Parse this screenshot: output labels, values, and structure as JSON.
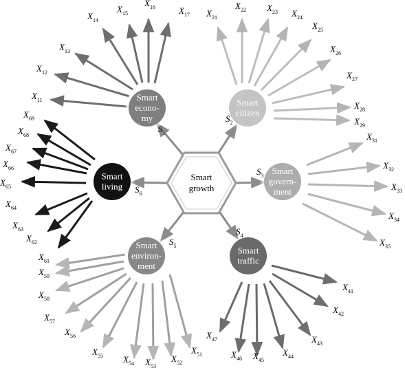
{
  "center": {
    "lines": [
      "Smart",
      "growth"
    ]
  },
  "nodes": [
    {
      "id": "economy",
      "lines": [
        "Smart",
        "econo-",
        "my"
      ],
      "s_label": "S",
      "s_sub": "1",
      "color": "#7f7f7f",
      "arrow_color": "#6e6e6e",
      "vars": [
        "11",
        "12",
        "13",
        "14",
        "15",
        "16",
        "17"
      ]
    },
    {
      "id": "citizen",
      "lines": [
        "Smart",
        "citizen"
      ],
      "s_label": "S",
      "s_sub": "2",
      "color": "#c4c4c4",
      "arrow_color": "#bdbdbd",
      "vars": [
        "21",
        "22",
        "23",
        "24",
        "25",
        "26",
        "27",
        "28",
        "29"
      ]
    },
    {
      "id": "government",
      "lines": [
        "Smart",
        "govern-",
        "ment"
      ],
      "s_label": "S",
      "s_sub": "3",
      "color": "#adadad",
      "arrow_color": "#b5b5b5",
      "vars": [
        "31",
        "32",
        "33",
        "34",
        "35"
      ]
    },
    {
      "id": "traffic",
      "lines": [
        "Smart",
        "traffic"
      ],
      "s_label": "S",
      "s_sub": "4",
      "color": "#6a6a6a",
      "arrow_color": "#6a6a6a",
      "vars": [
        "41",
        "42",
        "43",
        "44",
        "45",
        "46",
        "47"
      ]
    },
    {
      "id": "environment",
      "lines": [
        "Smart",
        "environ-",
        "ment"
      ],
      "s_label": "S",
      "s_sub": "5",
      "color": "#888888",
      "arrow_color": "#a0a0a0",
      "vars": [
        "51",
        "52",
        "53",
        "54",
        "55",
        "56",
        "57",
        "58",
        "59",
        "61"
      ]
    },
    {
      "id": "living",
      "lines": [
        "Smart",
        "living"
      ],
      "s_label": "S",
      "s_sub": "6",
      "color": "#111111",
      "arrow_color": "#1a1a1a",
      "vars": [
        "62",
        "63",
        "64",
        "65",
        "66",
        "67",
        "68",
        "69"
      ]
    }
  ],
  "var_prefix": "X",
  "hex_stroke": "#9a9a9a",
  "link_color": "#8c8c8c"
}
